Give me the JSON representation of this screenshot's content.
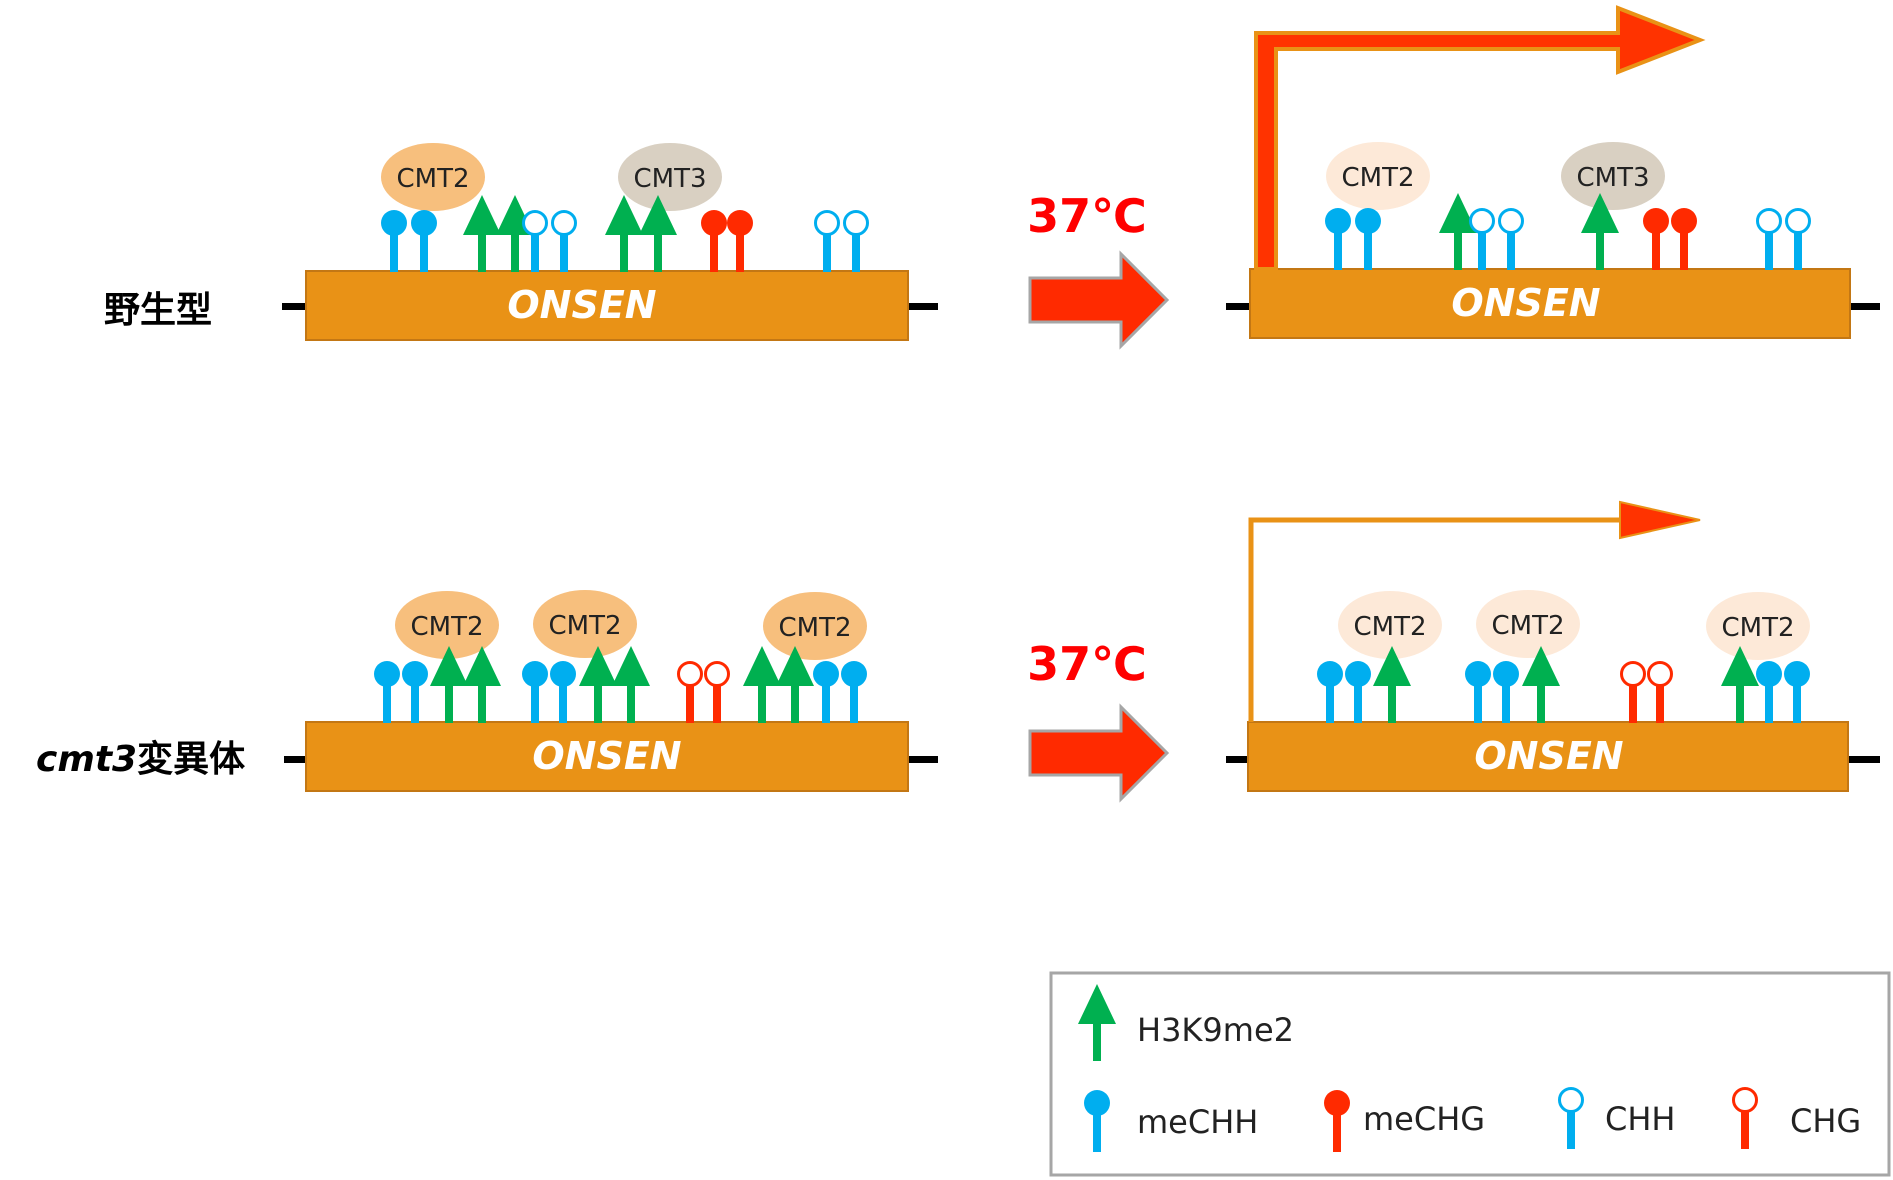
{
  "colors": {
    "gene_fill": "#e99216",
    "gene_stroke": "#c37714",
    "mark_blue": "#00aeef",
    "mark_red": "#ff2a00",
    "mark_green": "#00b050",
    "cmt2_dark": "#f7bf7d",
    "cmt2_light": "#fde9d8",
    "cmt3": "#d9d0c2",
    "transcript_fill": "#ff3300",
    "transcript_stroke": "#e99216",
    "temp_red": "#ff0000"
  },
  "gene_label": "ONSEN",
  "temperature": "37℃",
  "rows": [
    {
      "id": "wild-type",
      "label_normal": "野生型",
      "label_italic": ""
    },
    {
      "id": "cmt3-mutant",
      "label_italic": "cmt3",
      "label_normal": "変異体"
    }
  ],
  "enzymes": {
    "cmt2": "CMT2",
    "cmt3": "CMT3"
  },
  "legend": {
    "h3k9me2": "H3K9me2",
    "mechh": "meCHH",
    "mechg": "meCHG",
    "chh": "CHH",
    "chg": "CHG"
  }
}
